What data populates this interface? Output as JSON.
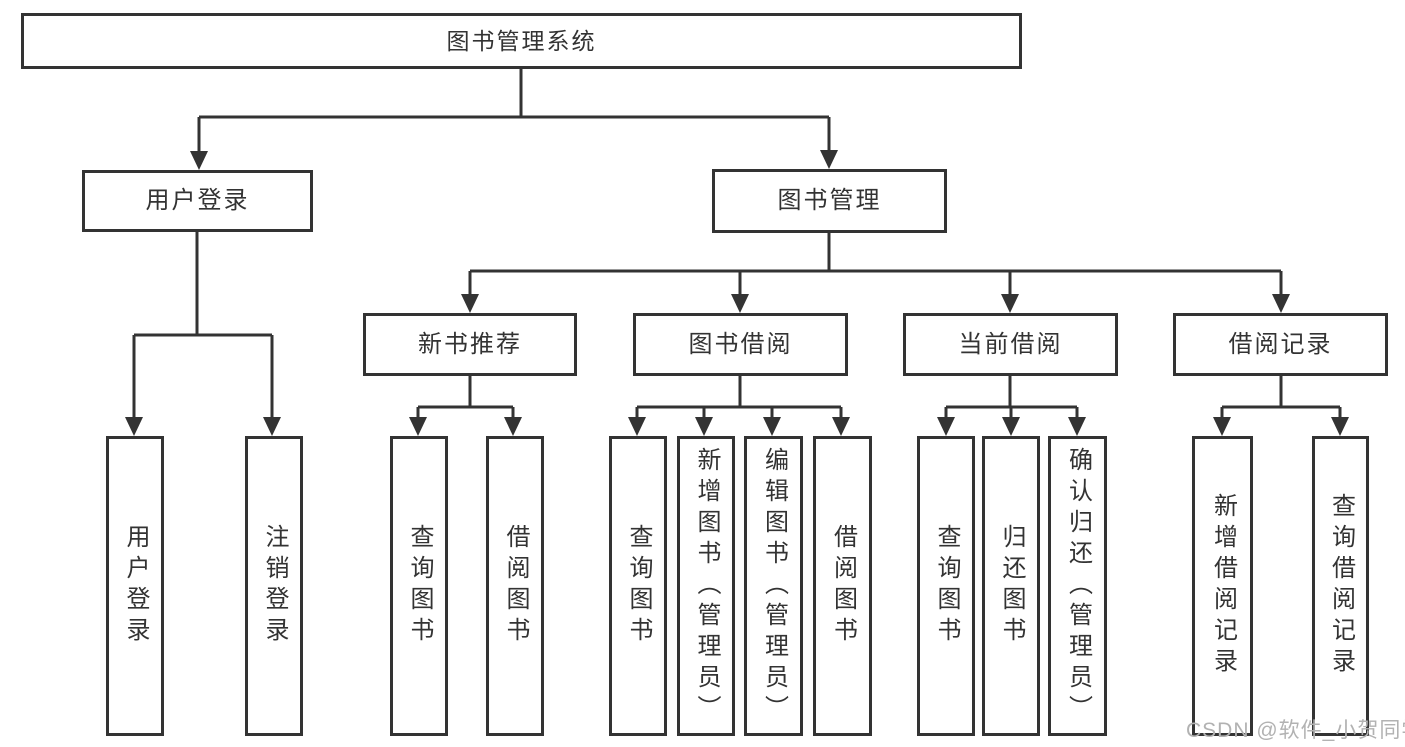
{
  "diagram_type": "hierarchy-tree",
  "colors": {
    "line": "#333333",
    "box_border": "#333333",
    "text": "#333333",
    "watermark": "#b2b2b2",
    "background": "#ffffff"
  },
  "tree": {
    "root": {
      "label": "图书管理系统",
      "children": [
        {
          "label": "用户登录",
          "children": [
            {
              "label": "用户登录"
            },
            {
              "label": "注销登录"
            }
          ]
        },
        {
          "label": "图书管理",
          "children": [
            {
              "label": "新书推荐",
              "children": [
                {
                  "label": "查询图书"
                },
                {
                  "label": "借阅图书"
                }
              ]
            },
            {
              "label": "图书借阅",
              "children": [
                {
                  "label": "查询图书"
                },
                {
                  "label": "新增图书（管理员）"
                },
                {
                  "label": "编辑图书（管理员）"
                },
                {
                  "label": "借阅图书"
                }
              ]
            },
            {
              "label": "当前借阅",
              "children": [
                {
                  "label": "查询图书"
                },
                {
                  "label": "归还图书"
                },
                {
                  "label": "确认归还（管理员）"
                }
              ]
            },
            {
              "label": "借阅记录",
              "children": [
                {
                  "label": "新增借阅记录"
                },
                {
                  "label": "查询借阅记录"
                }
              ]
            }
          ]
        }
      ]
    }
  },
  "watermark": {
    "text": "CSDN @软件_小贺同学"
  }
}
